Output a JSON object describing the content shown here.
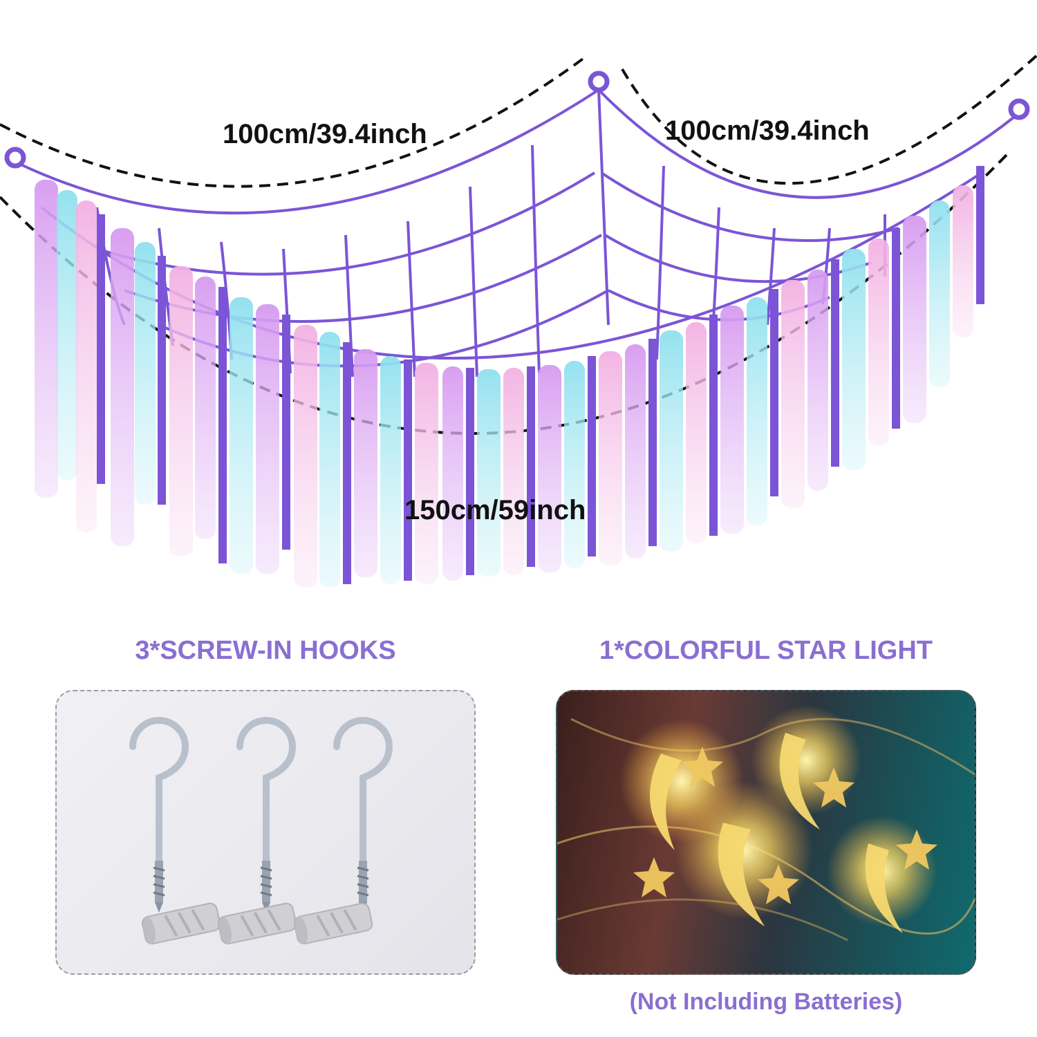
{
  "dimensions": {
    "left_span": "100cm/39.4inch",
    "right_span": "100cm/39.4inch",
    "bottom_span": "150cm/59inch"
  },
  "sections": {
    "hooks_title": "3*SCREW-IN HOOKS",
    "light_title": "1*COLORFUL STAR LIGHT",
    "light_note": "(Not Including Batteries)"
  },
  "colors": {
    "accent_text": "#8a6fd1",
    "rope_purple": "#7b55d6",
    "tulle_pink": "#f3b6e6",
    "tulle_blue": "#9fe6f0",
    "tulle_lilac": "#d69af0",
    "dim_text": "#111111"
  }
}
